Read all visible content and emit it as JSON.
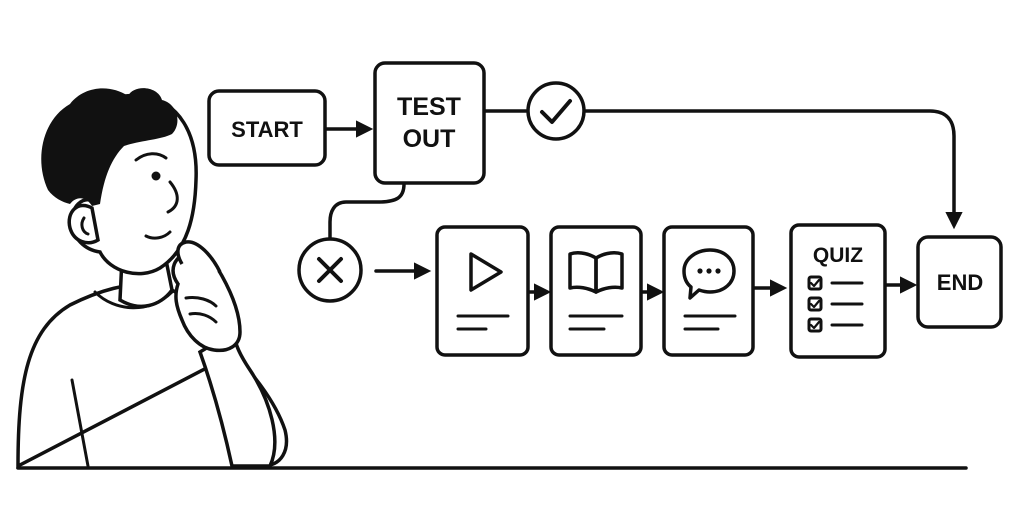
{
  "diagram": {
    "start_label": "START",
    "test_out_line1": "TEST",
    "test_out_line2": "OUT",
    "quiz_label": "QUIZ",
    "end_label": "END",
    "pass_icon": "check-circle-icon",
    "fail_icon": "x-circle-icon",
    "steps": [
      {
        "id": "video",
        "icon": "play-icon"
      },
      {
        "id": "reading",
        "icon": "book-icon"
      },
      {
        "id": "discussion",
        "icon": "chat-bubble-icon"
      },
      {
        "id": "quiz",
        "icon": "checklist-icon"
      }
    ],
    "colors": {
      "ink": "#111111",
      "paper": "#ffffff"
    }
  }
}
